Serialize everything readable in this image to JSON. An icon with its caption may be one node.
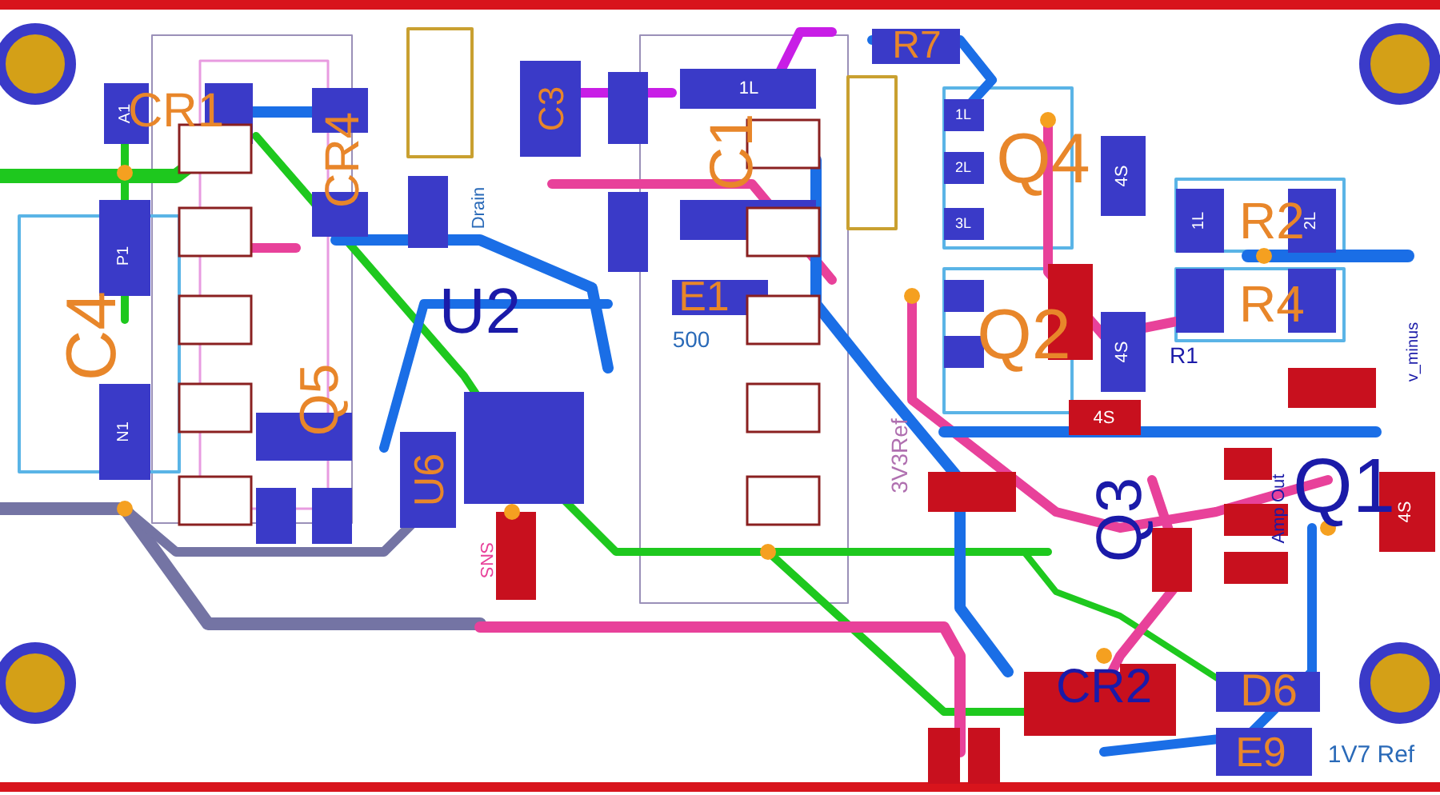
{
  "diagram": {
    "labels": [
      "CR1",
      "A1",
      "CR4",
      "C4",
      "P1",
      "N1",
      "Q5",
      "U2",
      "U6",
      "Drain",
      "C3",
      "C1",
      "1L",
      "E1",
      "500",
      "R7",
      "Q4",
      "1L",
      "2L",
      "3L",
      "4S",
      "R2",
      "1L",
      "2L",
      "R4",
      "Q2",
      "4S",
      "R1",
      "4S",
      "Q3",
      "Q1",
      "4S",
      "3V3Ref",
      "SNS",
      "Amp Out",
      "v_minus",
      "CR2",
      "D6",
      "E9",
      "1V7 Ref"
    ]
  }
}
